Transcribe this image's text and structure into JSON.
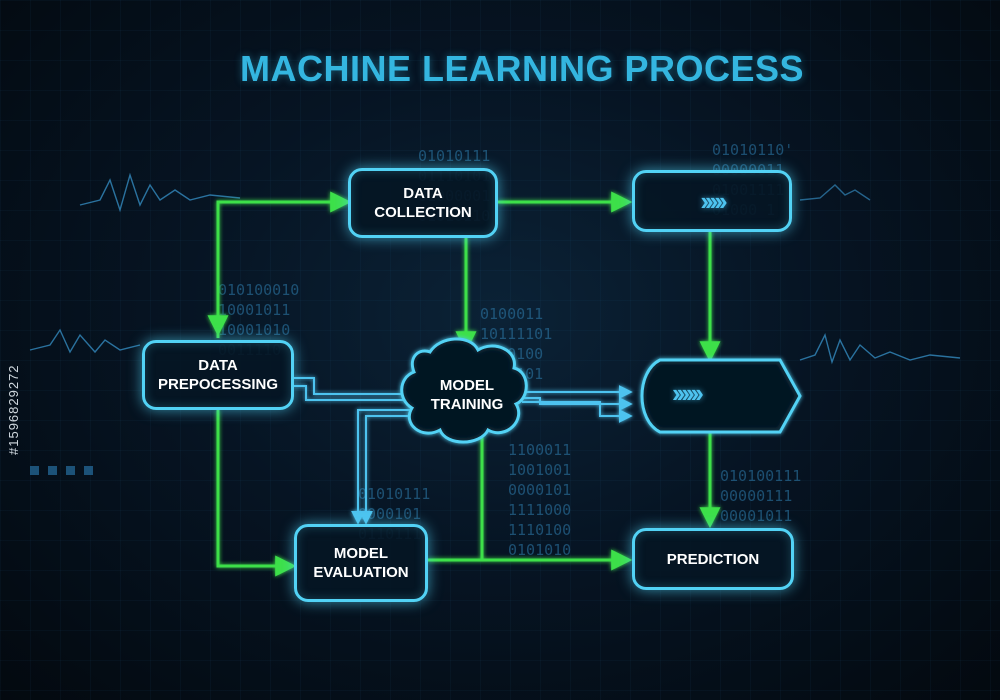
{
  "title": "MACHINE LEARNING PROCESS",
  "nodes": {
    "data_collection": "DATA\nCOLLECTION",
    "data_preprocessing": "DATA\nPREPOCESSING",
    "model_training": "MODEL\nTRAINING",
    "model_evaluation": "MODEL\nEVALUATION",
    "prediction": "PREDICTION"
  },
  "binary": {
    "block1": "01010111\n01110101\n01000001\n01010110",
    "block2": "01010110'\n00000011\n01001111\n01000 1",
    "block3": "010100010\n10001011\n10001010\n0011110",
    "block4": "0100011\n10111101\n0110100\n0010101",
    "block5": "1100011\n1001001\n0000101\n1111000\n1110100\n0101010",
    "block6": "01010111\n0000101\n0110111",
    "block7": "010100111\n00000111\n00001011"
  },
  "watermark": "#1596829272",
  "colors": {
    "node_border": "#52d2f5",
    "green_arrow": "#3ee04a",
    "blue_connector": "#4ec3ef",
    "title": "#34b6e0"
  },
  "icons": [
    "chevron-arrows-icon"
  ]
}
